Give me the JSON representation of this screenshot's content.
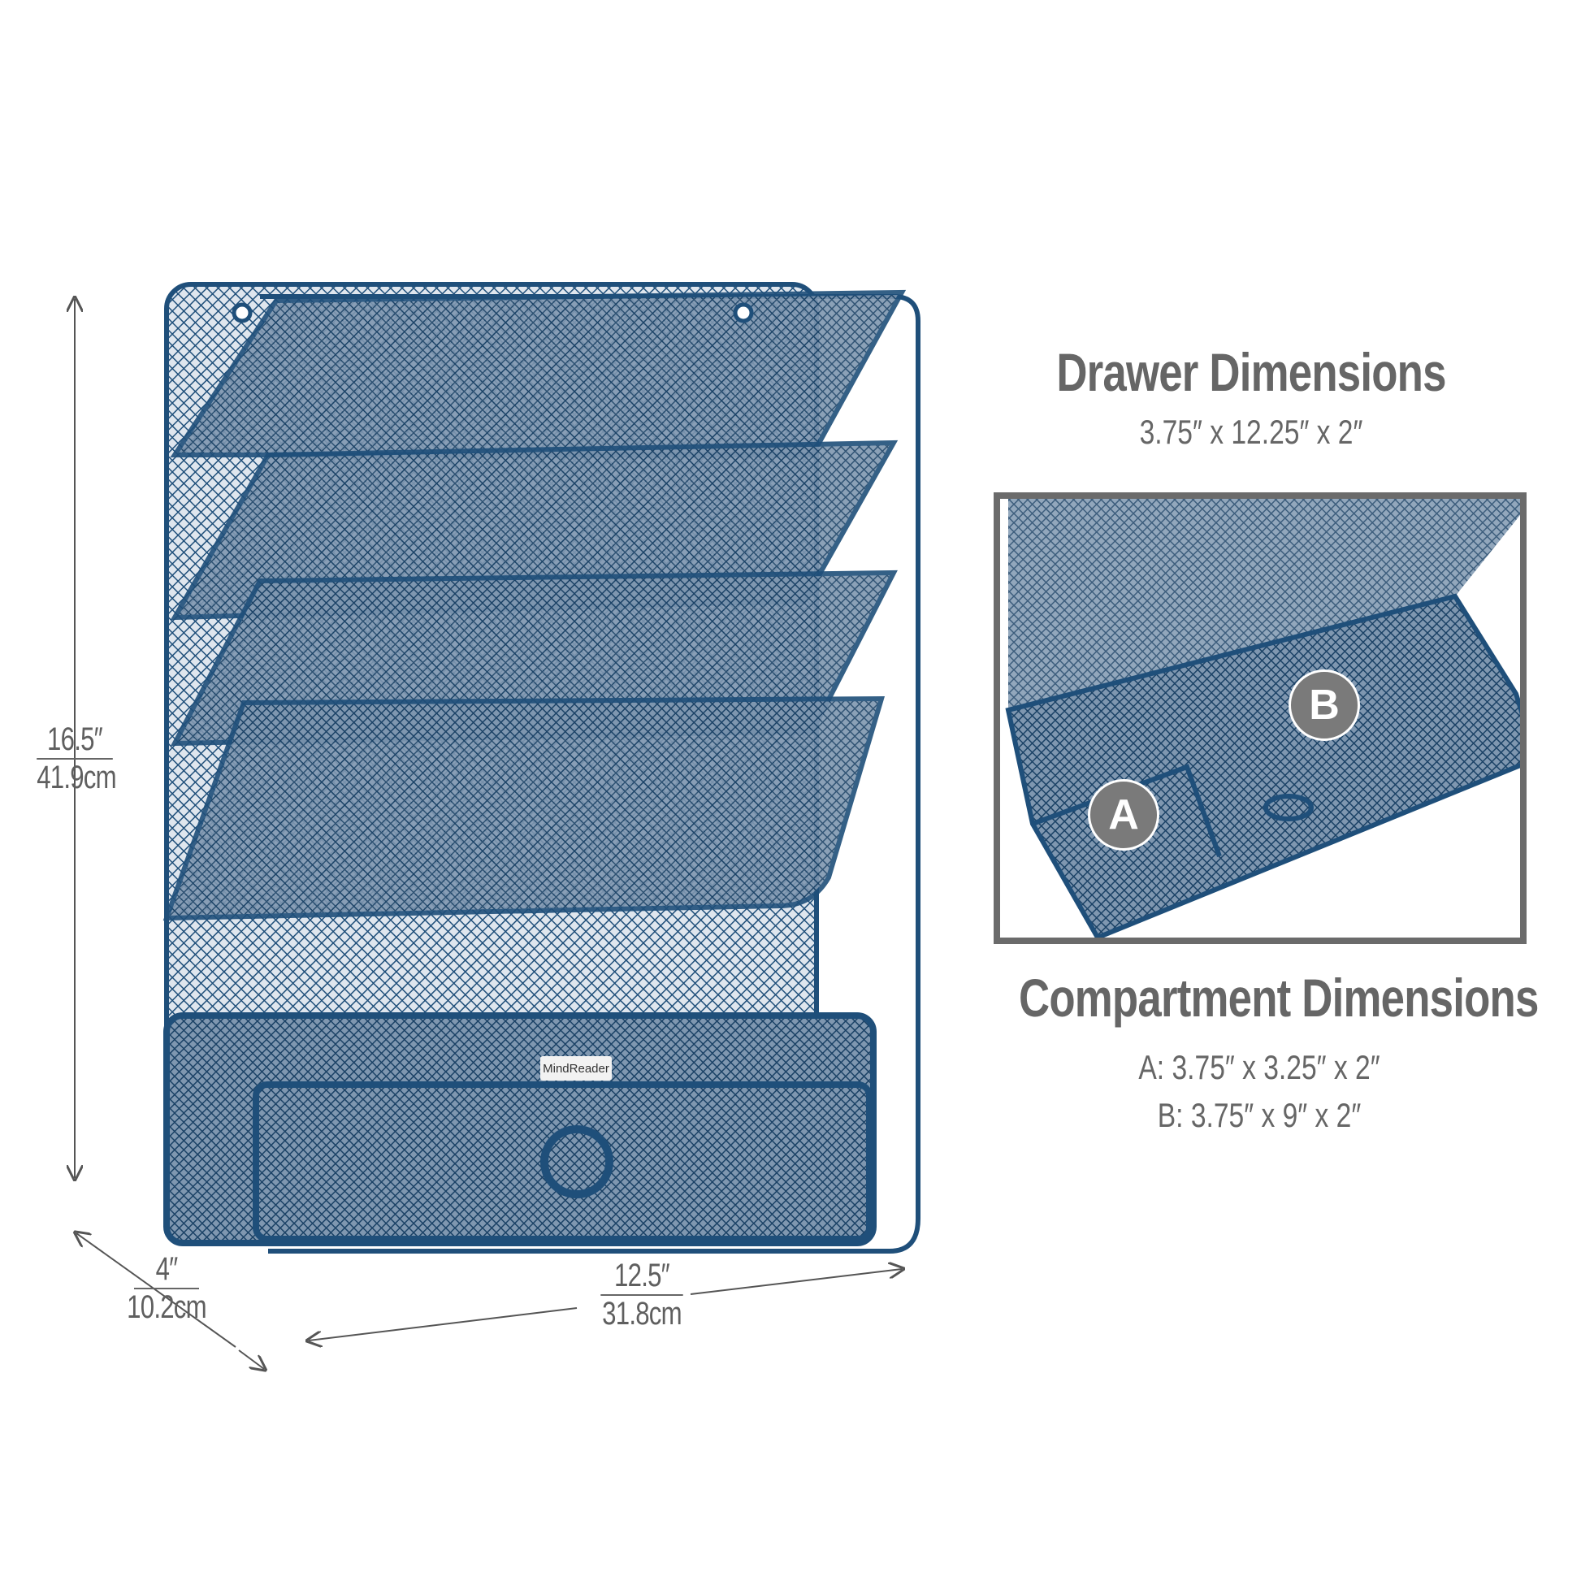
{
  "product": {
    "brand_label": "MindReader",
    "color": "#1f4f7a"
  },
  "dimensions": {
    "height": {
      "in": "16.5″",
      "cm": "41.9cm"
    },
    "depth": {
      "in": "4″",
      "cm": "10.2cm"
    },
    "width": {
      "in": "12.5″",
      "cm": "31.8cm"
    }
  },
  "drawer": {
    "title": "Drawer Dimensions",
    "size": "3.75″ x 12.25″ x 2″"
  },
  "compartments": {
    "title": "Compartment Dimensions",
    "items": [
      {
        "label": "A",
        "size": "A: 3.75″ x 3.25″ x 2″"
      },
      {
        "label": "B",
        "size": "B: 3.75″ x 9″ x 2″"
      }
    ]
  },
  "colors": {
    "text": "#666666",
    "frame": "#1f4f7a",
    "badge": "#7a7a7a"
  }
}
